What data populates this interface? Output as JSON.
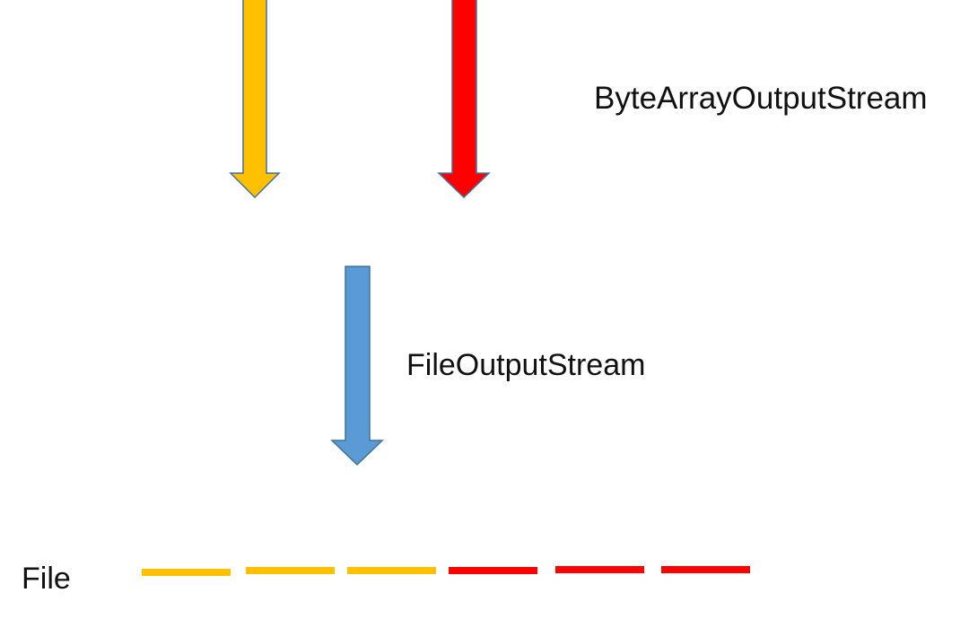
{
  "labels": {
    "byte_array_output_stream": "ByteArrayOutputStream",
    "file_output_stream": "FileOutputStream",
    "file": "File"
  },
  "colors": {
    "yellow": "#FFC000",
    "red": "#FF0000",
    "blue": "#5B9BD5",
    "arrow_outline": "#41719C"
  },
  "arrows": [
    {
      "name": "yellow-arrow",
      "color": "yellow"
    },
    {
      "name": "red-arrow",
      "color": "red"
    },
    {
      "name": "blue-arrow",
      "color": "blue"
    }
  ],
  "file_segments": [
    {
      "color": "yellow"
    },
    {
      "color": "yellow"
    },
    {
      "color": "yellow"
    },
    {
      "color": "red"
    },
    {
      "color": "red"
    },
    {
      "color": "red"
    }
  ]
}
